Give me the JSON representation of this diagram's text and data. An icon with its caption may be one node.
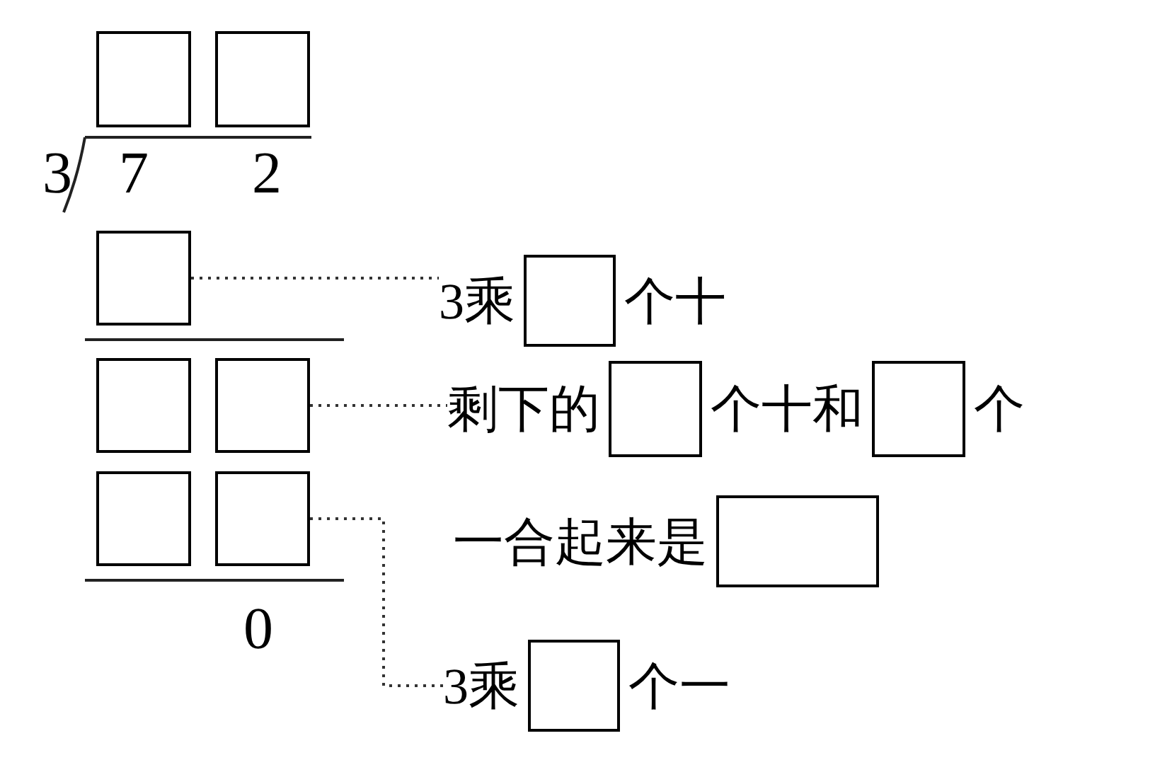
{
  "diagram": {
    "nodes": [
      {
        "text": [],
        "shape": "box"
      },
      {
        "text": [],
        "shape": "box"
      },
      {
        "text": [],
        "shape": "box"
      },
      {
        "text": [],
        "shape": "box"
      },
      {
        "text": [],
        "shape": "box"
      },
      {
        "text": [],
        "shape": "box"
      },
      {
        "text": [],
        "shape": "box"
      },
      {
        "text": [
          "3乘",
          "个十"
        ]
      },
      {
        "text": [],
        "shape": "box",
        "in": 7
      },
      {
        "text": [
          "剩下的",
          "个十和",
          "个"
        ]
      },
      {
        "text": [],
        "shape": "box",
        "in": 9
      },
      {
        "text": [],
        "shape": "box",
        "in": 9
      },
      {
        "text": [
          "一合起来是"
        ]
      },
      {
        "text": [],
        "shape": "box",
        "in": 12
      },
      {
        "text": [
          "3乘",
          "个一"
        ]
      },
      {
        "text": [],
        "shape": "box",
        "in": 14
      }
    ],
    "edges": [
      {
        "from": 2,
        "to": 7,
        "arrow": "none",
        "style": "dashed"
      },
      {
        "from": 4,
        "to": 9,
        "arrow": "none",
        "style": "dashed"
      },
      {
        "from": 6,
        "to": 14,
        "arrow": "none",
        "style": "dashed"
      }
    ],
    "labels": [
      "3",
      "7",
      "2",
      "0"
    ]
  }
}
